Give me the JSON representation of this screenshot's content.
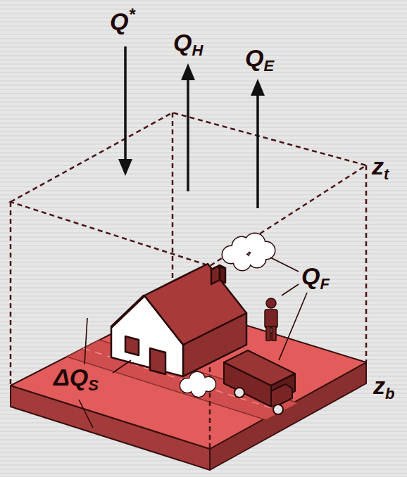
{
  "diagram": {
    "labels": [
      "Q*",
      "QH",
      "QE",
      "zt",
      "QF",
      "ΔQS",
      "zb"
    ]
  }
}
